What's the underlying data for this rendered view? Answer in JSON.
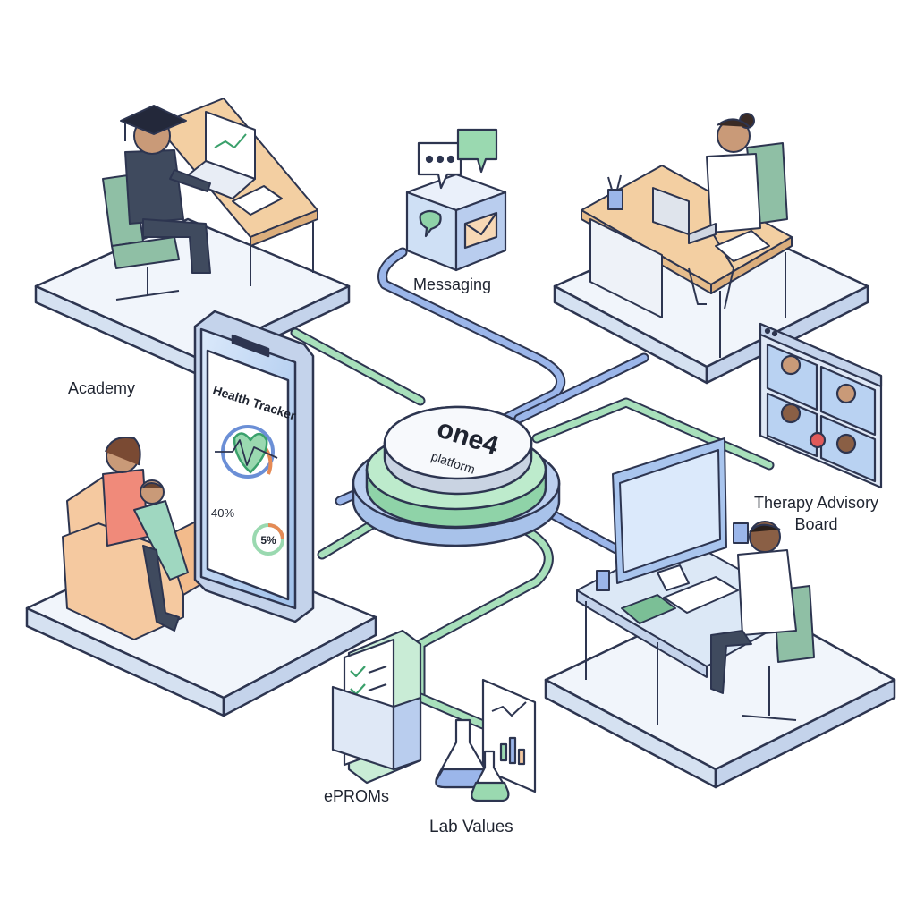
{
  "hub": {
    "brand": "one4",
    "sub": "platform"
  },
  "nodes": {
    "academy": "Academy",
    "messaging": "Messaging",
    "therapy_line1": "Therapy Advisory",
    "therapy_line2": "Board",
    "eproms": "ePROMs",
    "lab_values": "Lab Values"
  },
  "phone": {
    "title": "Health Tracker",
    "stat_left": "40%",
    "stat_right": "5%"
  },
  "colors": {
    "outline": "#2d3550",
    "platform_fill": "#eef3fa",
    "platform_edge": "#c9d6ea",
    "blue_link": "#6b8fd6",
    "green_link": "#8fd3a8",
    "wood": "#f3cfa2",
    "chair": "#8fbfa5",
    "skin": "#c99a78"
  }
}
